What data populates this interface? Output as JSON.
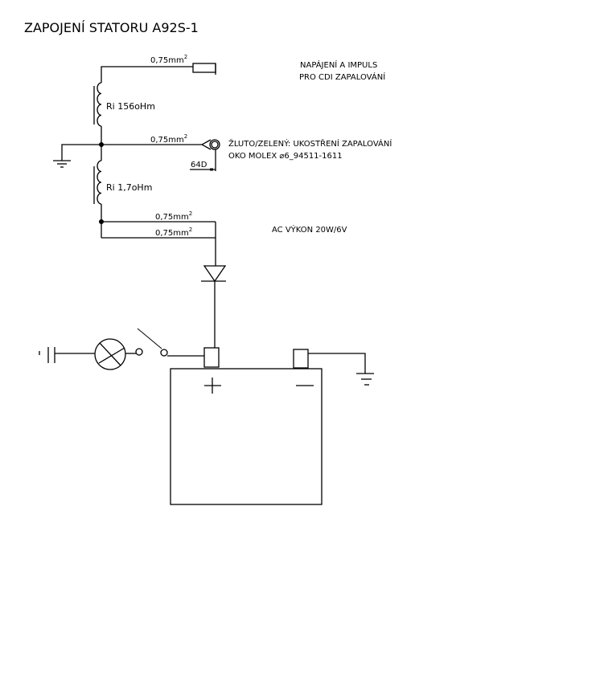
{
  "title": "ZAPOJENÍ STATORU A92S-1",
  "wire_labels": {
    "top": "0,75mm",
    "middle": "0,75mm",
    "lower1": "0,75mm",
    "lower2": "0,75mm",
    "superscript": "2"
  },
  "coils": {
    "upper": "Ri 156oHm",
    "lower": "Ri 1,7oHm"
  },
  "annotations": {
    "power_line1": "NAPÁJENÍ A IMPULS",
    "power_line2": "PRO CDI ZAPALOVÁNÍ",
    "ground_line1": "ŽLUTO/ZELENÝ: UKOSTŘENÍ ZAPALOVÁNÍ",
    "ground_line2": "OKO MOLEX ⌀6_94511-1611",
    "length": "64D",
    "ac_output": "AC VÝKON 20W/6V"
  }
}
